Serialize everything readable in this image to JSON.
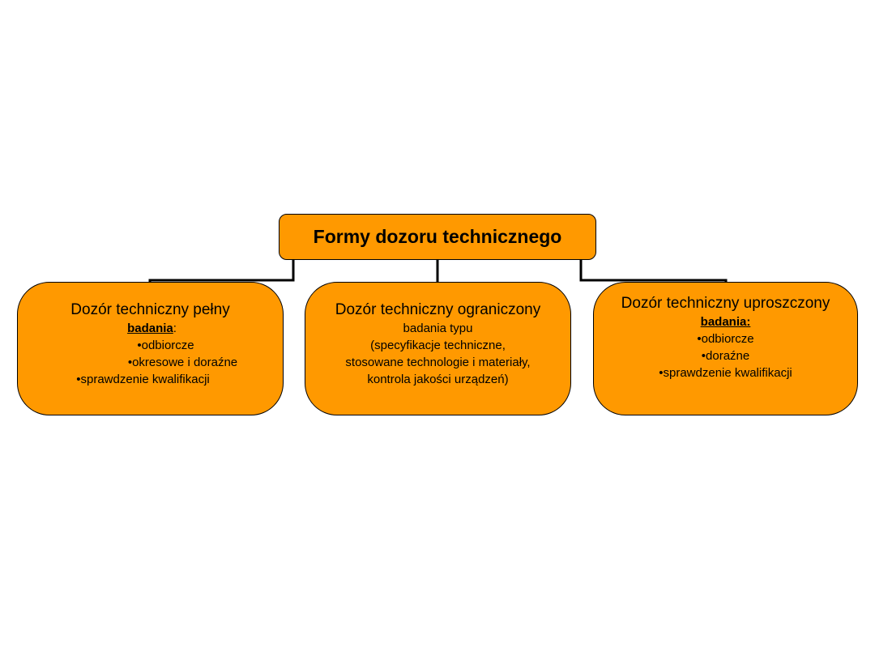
{
  "diagram": {
    "root": {
      "title": "Formy dozoru technicznego"
    },
    "children": [
      {
        "title": "Dozór techniczny pełny",
        "header": "badania",
        "header_suffix": ":",
        "lines": [
          "•odbiorcze",
          "•okresowe i doraźne",
          "•sprawdzenie kwalifikacji"
        ]
      },
      {
        "title": "Dozór techniczny ograniczony",
        "lines": [
          "badania typu",
          "(specyfikacje techniczne,",
          "stosowane technologie i materiały,",
          "kontrola jakości urządzeń)"
        ]
      },
      {
        "title": "Dozór techniczny uproszczony",
        "header": "badania:",
        "lines": [
          "•odbiorcze",
          "•doraźne",
          "•sprawdzenie kwalifikacji"
        ]
      }
    ],
    "colors": {
      "box_fill": "#ff9900",
      "box_border": "#000000",
      "connector": "#000000"
    }
  }
}
